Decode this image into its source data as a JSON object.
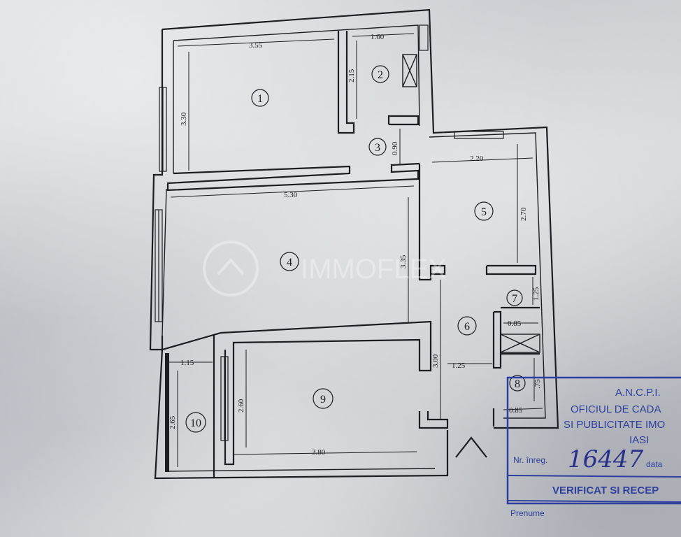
{
  "plan": {
    "rooms": [
      {
        "num": "1"
      },
      {
        "num": "2"
      },
      {
        "num": "3"
      },
      {
        "num": "4"
      },
      {
        "num": "5"
      },
      {
        "num": "6"
      },
      {
        "num": "7"
      },
      {
        "num": "8"
      },
      {
        "num": "9"
      },
      {
        "num": "10"
      }
    ],
    "dims": {
      "r1_w": "3.55",
      "r1_h": "3.30",
      "r2_w": "1.60",
      "r2_h": "2.15",
      "r3_h": "0.90",
      "r4_w": "5.30",
      "r4_h": "3.35",
      "r5_w": "2.20",
      "r5_h": "2.70",
      "r6_h": "3.00",
      "r6_w": "1.25",
      "r7_w": "0.85",
      "r7_h": "1.25",
      "r8_w": "0.85",
      "r8_h": ".75",
      "r9_w": "3.80",
      "r9_h": "2.60",
      "r10_w": "1.15",
      "r10_h": "2.65"
    },
    "watermark": "IMMOFLEX"
  },
  "stamp": {
    "org": "A.N.C.P.I.",
    "line1": "OFICIUL DE CADA",
    "line2": "SI PUBLICITATE IMO",
    "city": "IASI",
    "reg_label": "Nr. înreg.",
    "reg_number": "16447",
    "date_label": "data",
    "verified": "VERIFICAT SI RECEP",
    "footer": "Prenume"
  },
  "colors": {
    "ink": "#1c1d22",
    "stamp": "#2f3f9e",
    "handwriting": "#2a2f8a"
  }
}
